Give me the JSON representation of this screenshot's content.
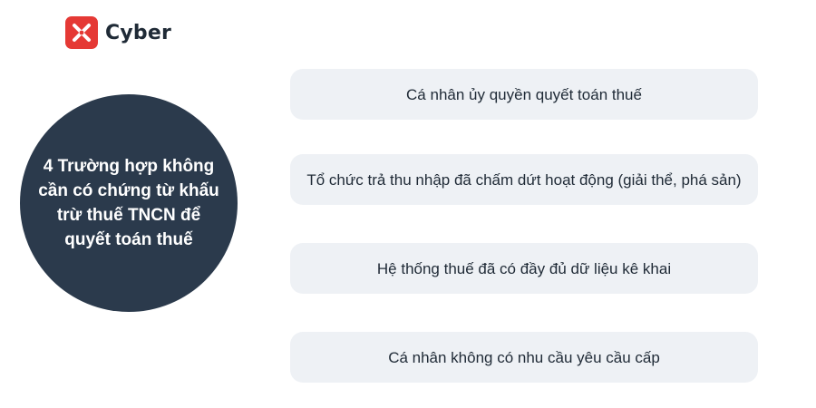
{
  "brand": {
    "name": "Cyber",
    "logo_color": "#e53935"
  },
  "center": {
    "title": "4 Trường hợp không cần có chứng từ khấu trừ thuế TNCN để quyết toán thuế",
    "bg_color": "#2b3a4c"
  },
  "items": [
    "Cá nhân ủy quyền quyết toán thuế",
    "Tổ chức trả thu nhập đã chấm dứt hoạt động (giải thể, phá sản)",
    "Hệ thống thuế đã có đầy đủ dữ liệu kê khai",
    "Cá nhân không có nhu cầu yêu cầu cấp"
  ]
}
